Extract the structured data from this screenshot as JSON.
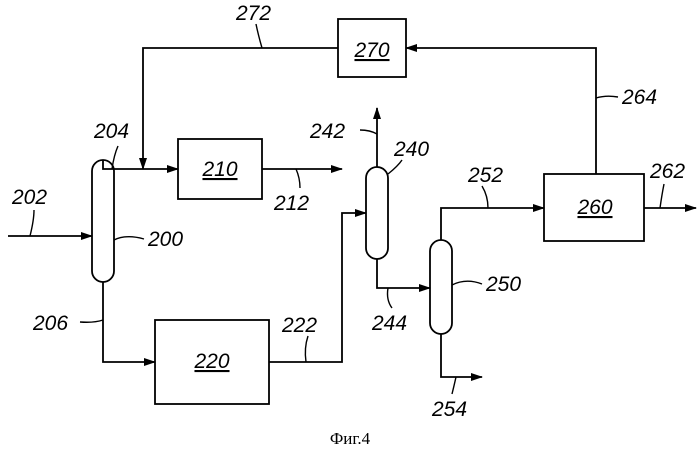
{
  "figure": {
    "caption": "Фиг.4",
    "units": {
      "u200": "200",
      "u210": "210",
      "u220": "220",
      "u240": "240",
      "u250": "250",
      "u260": "260",
      "u270": "270"
    },
    "streams": {
      "s202": "202",
      "s204": "204",
      "s206": "206",
      "s212": "212",
      "s222": "222",
      "s242": "242",
      "s244": "244",
      "s252": "252",
      "s254": "254",
      "s262": "262",
      "s264": "264",
      "s272": "272"
    }
  }
}
